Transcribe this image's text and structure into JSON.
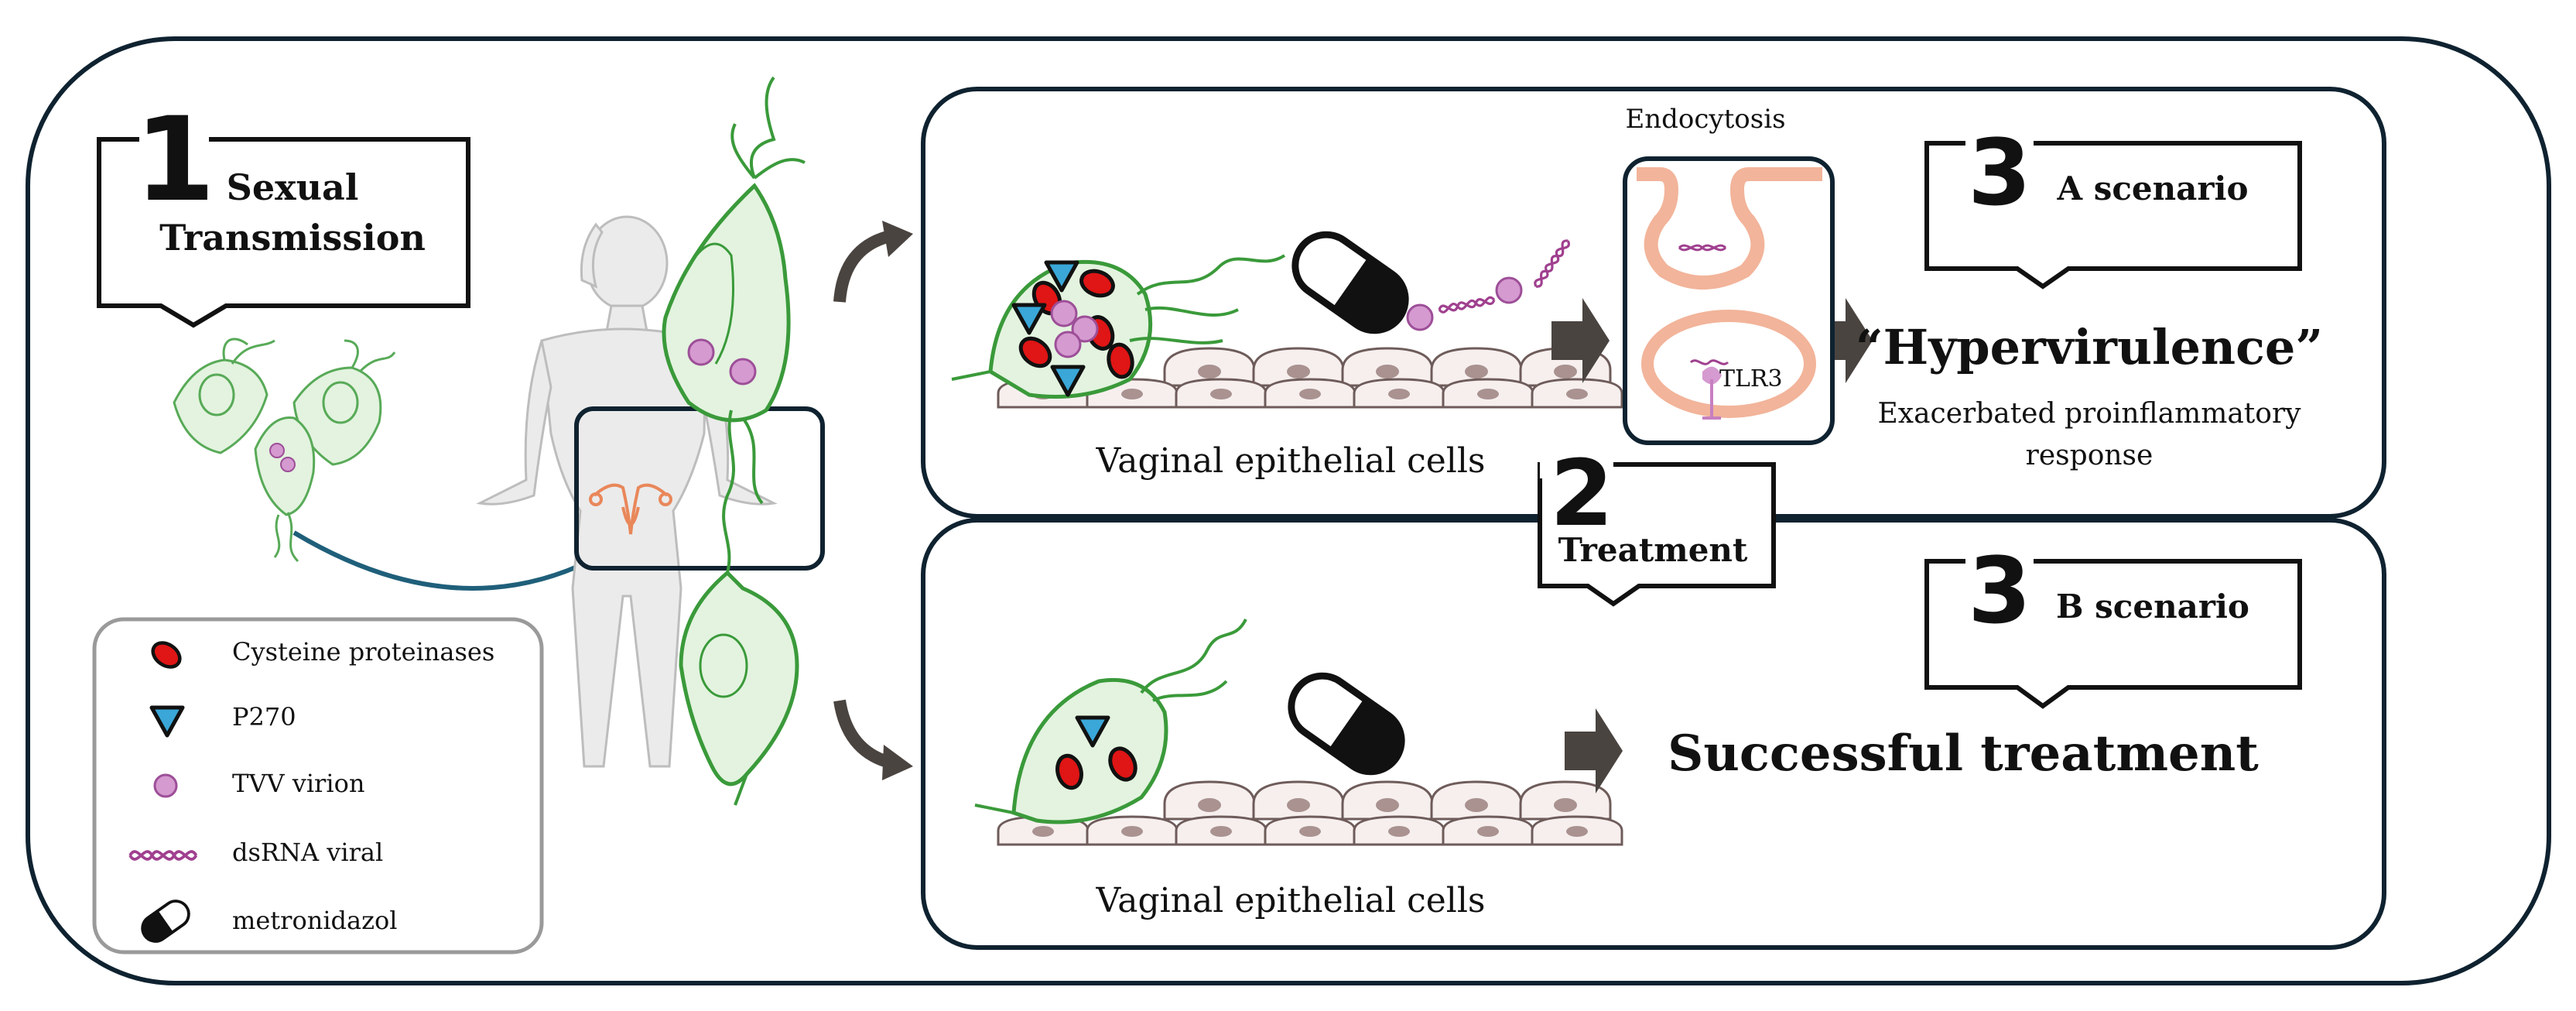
{
  "step1": {
    "number": "1",
    "title_line1": "Sexual",
    "title_line2": "Transmission"
  },
  "step2": {
    "number": "2",
    "title": "Treatment"
  },
  "step3a": {
    "number": "3",
    "title": "A scenario"
  },
  "step3b": {
    "number": "3",
    "title": "B scenario"
  },
  "top_panel": {
    "epithelium_label": "Vaginal epithelial cells",
    "endocytosis_label": "Endocytosis",
    "receptor_label": "TLR3",
    "outcome_title": "“Hypervirulence”",
    "outcome_line1": "Exacerbated proinflammatory",
    "outcome_line2": "response"
  },
  "bottom_panel": {
    "epithelium_label": "Vaginal epithelial cells",
    "outcome_title": "Successful treatment"
  },
  "legend": {
    "items": [
      {
        "icon": "cysteine-proteinase-icon",
        "label": "Cysteine proteinases"
      },
      {
        "icon": "p270-icon",
        "label": "P270"
      },
      {
        "icon": "tvv-virion-icon",
        "label": "TVV virion"
      },
      {
        "icon": "dsrna-icon",
        "label": "dsRNA viral"
      },
      {
        "icon": "metronidazol-capsule-icon",
        "label": "metronidazol"
      }
    ]
  },
  "colors": {
    "parasite_green": "#3a9a3a",
    "parasite_fill": "#e3f3df",
    "proteinase_red": "#e01515",
    "p270_blue": "#3aa7d8",
    "virion_pink": "#c77fc0",
    "rna_magenta": "#a0408f",
    "panel_border": "#0f2230",
    "arrow_gray": "#4a4440",
    "transmission_arrow": "#1f5f7a",
    "endosome_peach": "#f2b49a",
    "uterus_orange": "#e9875a"
  }
}
